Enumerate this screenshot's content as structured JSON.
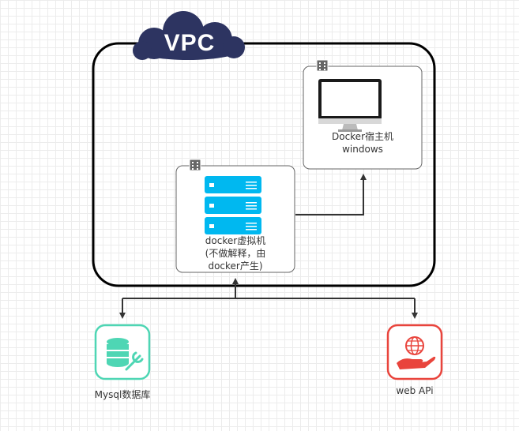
{
  "vpc": {
    "label": "VPC"
  },
  "docker_host": {
    "line1": "Docker宿主机",
    "line2": "windows"
  },
  "docker_vm": {
    "line1": "docker虚拟机",
    "line2": "(不做解释，由",
    "line3": "docker产生)"
  },
  "mysql": {
    "label": "Mysql数据库"
  },
  "web_api": {
    "label": "web APi"
  },
  "colors": {
    "vpc_cloud": "#2d3461",
    "server_blue": "#00b8f0",
    "mysql_teal": "#4ed6b4",
    "web_red": "#e9443c",
    "line": "#333333"
  }
}
